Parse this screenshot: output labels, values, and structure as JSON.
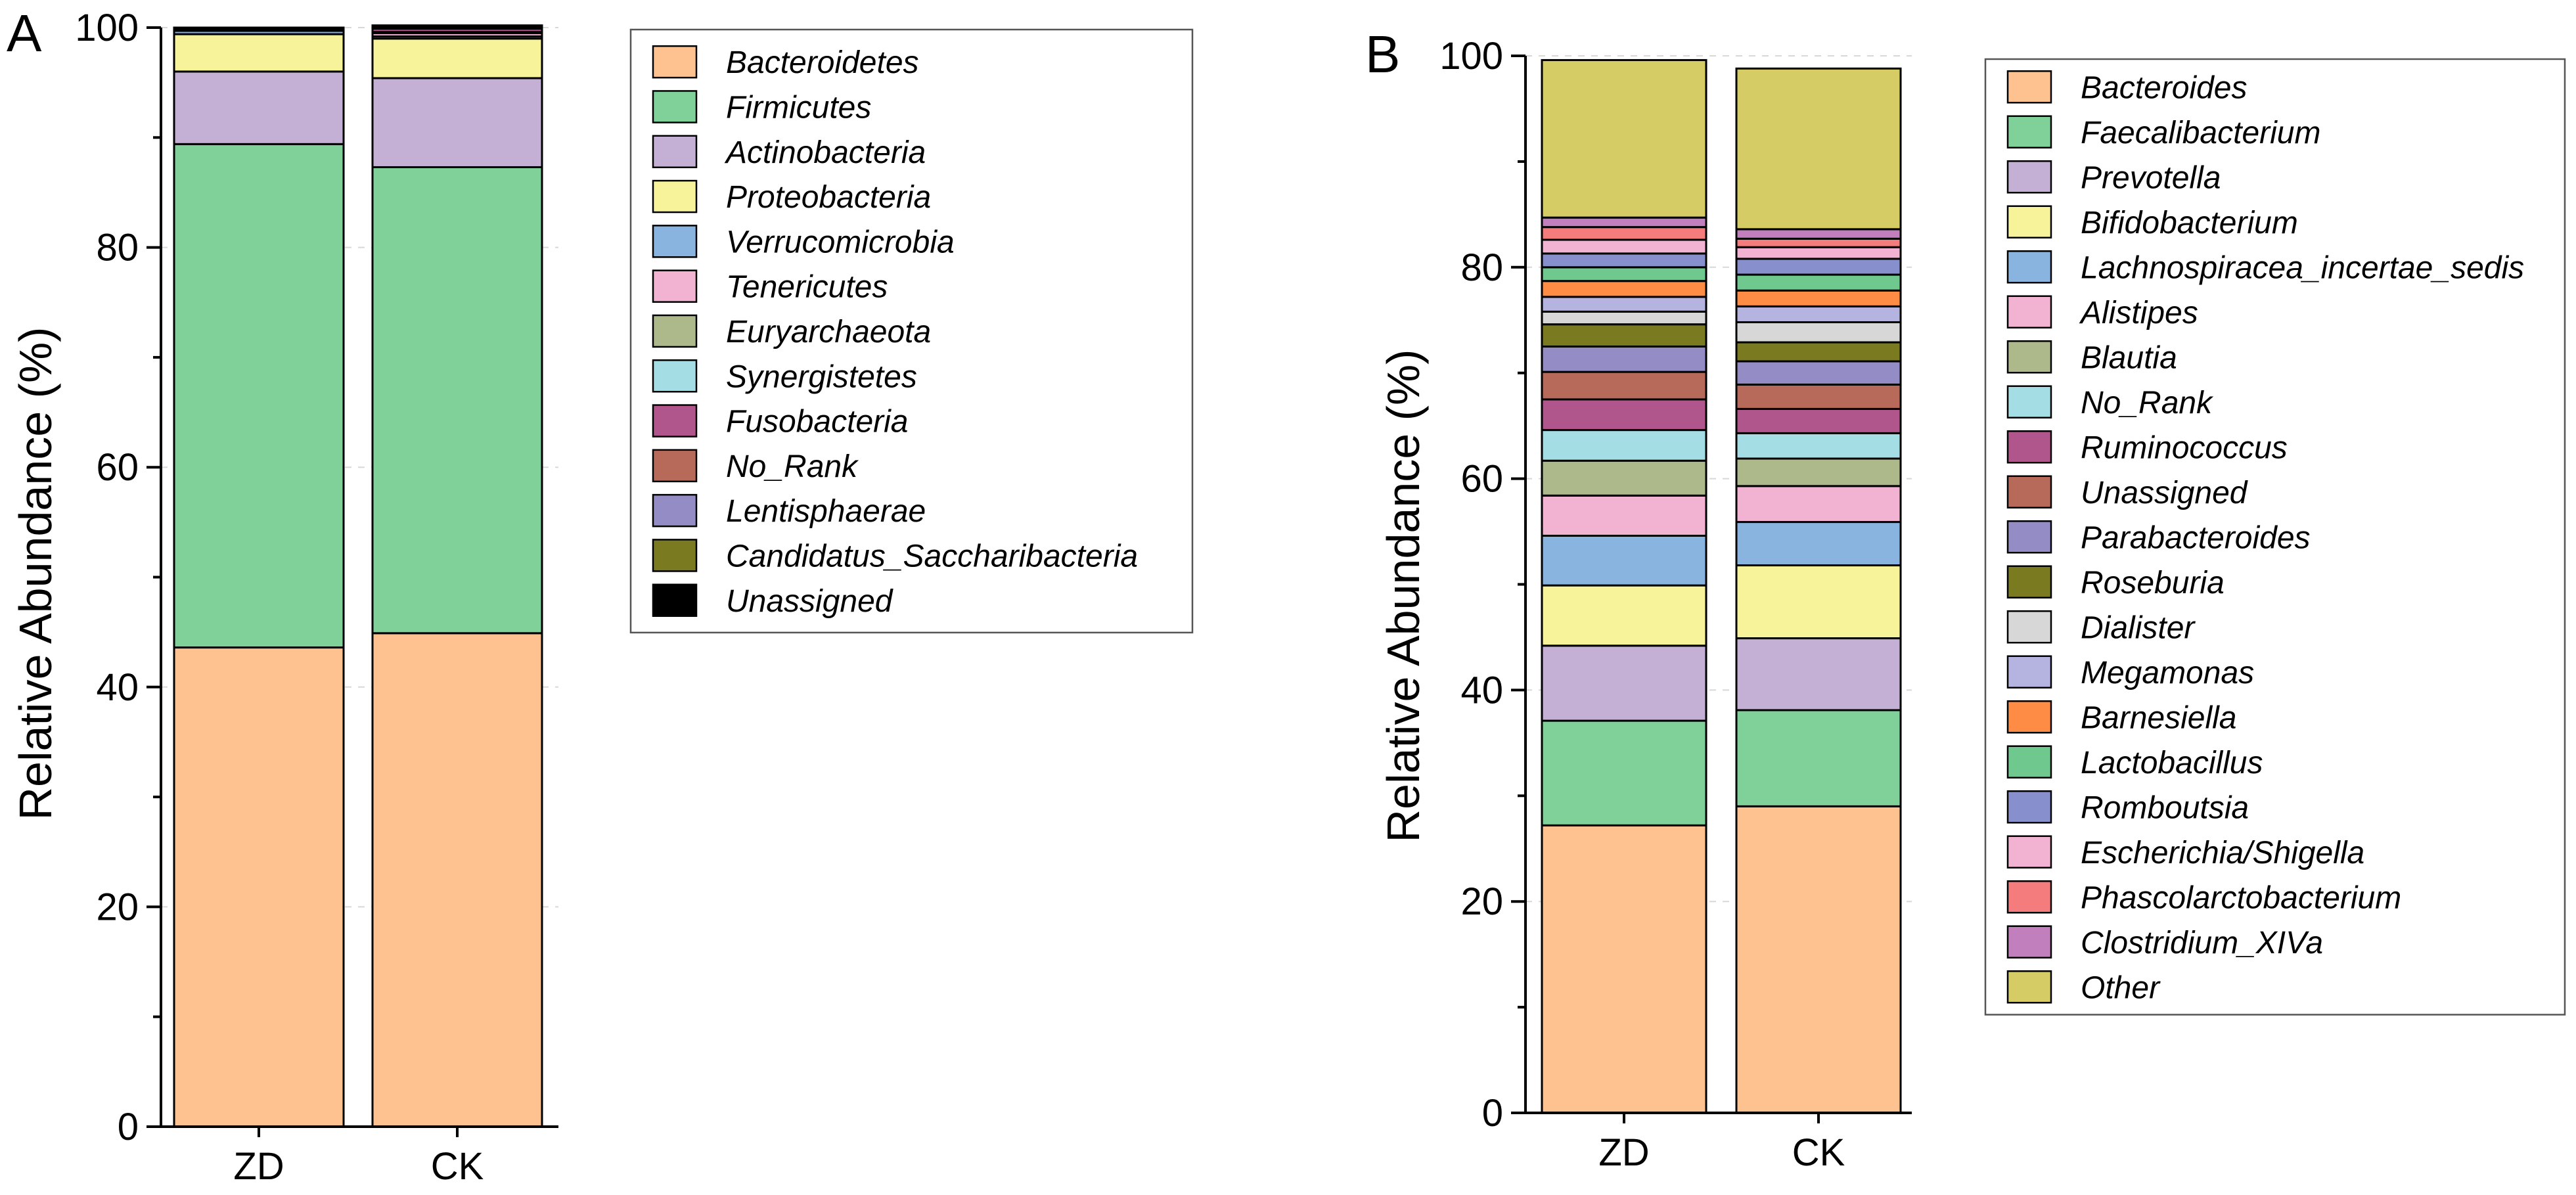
{
  "chart_data": [
    {
      "panel": "A",
      "type": "bar",
      "stacked": true,
      "ylabel": "Relative Abundance (%)",
      "ylim": [
        0,
        100
      ],
      "yticks": [
        "0",
        "20",
        "40",
        "60",
        "80",
        "100"
      ],
      "categories": [
        "ZD",
        "CK"
      ],
      "legend_position": "right",
      "grid": "horizontal dashed",
      "series": [
        {
          "name": "Bacteroidetes",
          "color": "#FDC28F",
          "values": [
            43.6,
            44.9
          ]
        },
        {
          "name": "Firmicutes",
          "color": "#7FD099",
          "values": [
            45.8,
            42.4
          ]
        },
        {
          "name": "Actinobacteria",
          "color": "#C5B0D5",
          "values": [
            6.6,
            8.1
          ]
        },
        {
          "name": "Proteobacteria",
          "color": "#F7F39A",
          "values": [
            3.4,
            3.6
          ]
        },
        {
          "name": "Verrucomicrobia",
          "color": "#8AB4E0",
          "values": [
            0.3,
            0.2
          ]
        },
        {
          "name": "Tenericutes",
          "color": "#F2B2D2",
          "values": [
            0.1,
            0.3
          ]
        },
        {
          "name": "Euryarchaeota",
          "color": "#ADB98A",
          "values": [
            0.03,
            0.05
          ]
        },
        {
          "name": "Synergistetes",
          "color": "#A5DDE4",
          "values": [
            0.02,
            0.05
          ]
        },
        {
          "name": "Fusobacteria",
          "color": "#B0568C",
          "values": [
            0.05,
            0.3
          ]
        },
        {
          "name": "No_Rank",
          "color": "#B76A5A",
          "values": [
            0.03,
            0.05
          ]
        },
        {
          "name": "Lentisphaerae",
          "color": "#948DC5",
          "values": [
            0.02,
            0.03
          ]
        },
        {
          "name": "Candidatus_Saccharibacteria",
          "color": "#7A7A20",
          "values": [
            0.02,
            0.02
          ]
        },
        {
          "name": "Unassigned",
          "color": "#000000",
          "values": [
            0.03,
            0.2
          ]
        }
      ]
    },
    {
      "panel": "B",
      "type": "bar",
      "stacked": true,
      "ylabel": "Relative Abundance (%)",
      "ylim": [
        0,
        100
      ],
      "yticks": [
        "0",
        "20",
        "40",
        "60",
        "80",
        "100"
      ],
      "categories": [
        "ZD",
        "CK"
      ],
      "legend_position": "right",
      "grid": "horizontal dashed",
      "series": [
        {
          "name": "Bacteroides",
          "color": "#FDC28F",
          "values": [
            27.2,
            29.0
          ]
        },
        {
          "name": "Faecalibacterium",
          "color": "#7FD099",
          "values": [
            9.9,
            9.1
          ]
        },
        {
          "name": "Prevotella",
          "color": "#C5B0D5",
          "values": [
            7.1,
            6.8
          ]
        },
        {
          "name": "Bifidobacterium",
          "color": "#F7F39A",
          "values": [
            5.7,
            6.9
          ]
        },
        {
          "name": "Lachnospiracea_incertae_sedis",
          "color": "#8AB4E0",
          "values": [
            4.7,
            4.1
          ]
        },
        {
          "name": "Alistipes",
          "color": "#F2B2D2",
          "values": [
            3.8,
            3.4
          ]
        },
        {
          "name": "Blautia",
          "color": "#ADB98A",
          "values": [
            3.3,
            2.6
          ]
        },
        {
          "name": "No_Rank",
          "color": "#A5DDE4",
          "values": [
            2.9,
            2.4
          ]
        },
        {
          "name": "Ruminococcus",
          "color": "#B0568C",
          "values": [
            2.9,
            2.3
          ]
        },
        {
          "name": "Unassigned",
          "color": "#B76A5A",
          "values": [
            2.6,
            2.3
          ]
        },
        {
          "name": "Parabacteroides",
          "color": "#948DC5",
          "values": [
            2.4,
            2.2
          ]
        },
        {
          "name": "Roseburia",
          "color": "#7A7A20",
          "values": [
            2.1,
            1.8
          ]
        },
        {
          "name": "Dialister",
          "color": "#D7D7D7",
          "values": [
            1.2,
            1.9
          ]
        },
        {
          "name": "Megamonas",
          "color": "#B5B3DF",
          "values": [
            1.4,
            1.5
          ]
        },
        {
          "name": "Barnesiella",
          "color": "#FF8C45",
          "values": [
            1.5,
            1.5
          ]
        },
        {
          "name": "Lactobacillus",
          "color": "#6FC98E",
          "values": [
            1.3,
            1.5
          ]
        },
        {
          "name": "Romboutsia",
          "color": "#8790CC",
          "values": [
            1.3,
            1.5
          ]
        },
        {
          "name": "Escherichia/Shigella",
          "color": "#F2B2D2",
          "values": [
            1.3,
            1.1
          ]
        },
        {
          "name": "Phascolarctobacterium",
          "color": "#F47C7C",
          "values": [
            1.2,
            0.8
          ]
        },
        {
          "name": "Clostridium_XIVa",
          "color": "#C27FBE",
          "values": [
            0.9,
            0.9
          ]
        },
        {
          "name": "Other",
          "color": "#D5CC65",
          "values": [
            14.9,
            15.2
          ]
        }
      ]
    }
  ]
}
